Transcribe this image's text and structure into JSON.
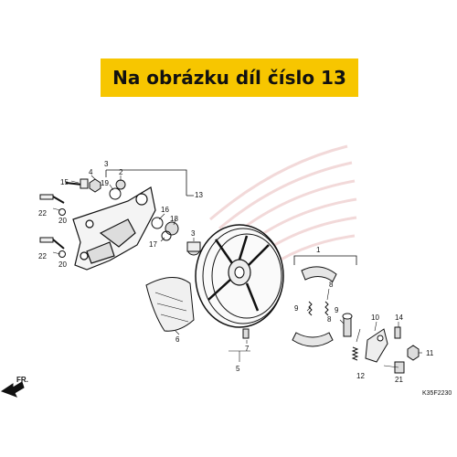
{
  "banner": {
    "text": "Na obrázku díl číslo 13",
    "background": "#f7c600"
  },
  "callouts": [
    "1",
    "2",
    "3",
    "4",
    "5",
    "6",
    "7",
    "8",
    "9",
    "10",
    "11",
    "12",
    "13",
    "14",
    "15",
    "16",
    "17",
    "18",
    "19",
    "20",
    "20",
    "21",
    "22",
    "22",
    "8",
    "9"
  ],
  "direction_label": "FR.",
  "diagram_code": "K35F2230",
  "watermark_color": "#f0d0d0"
}
